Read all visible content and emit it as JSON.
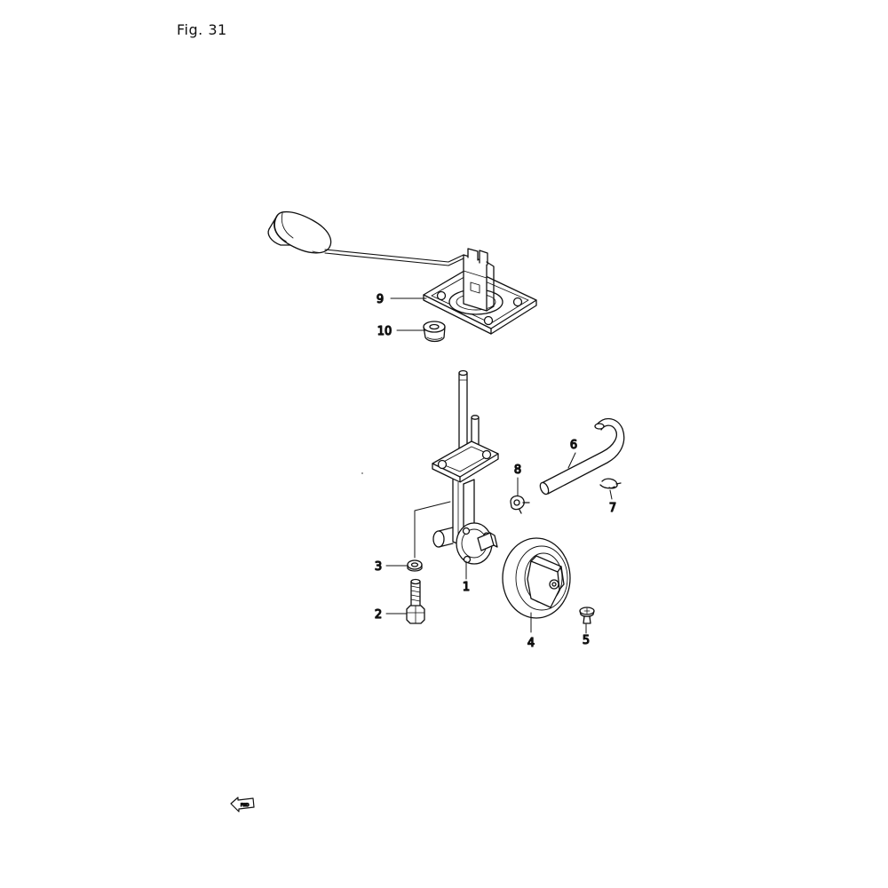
{
  "figure": {
    "title": "Fig. 31"
  },
  "callouts": [
    {
      "id": "1",
      "label": "1"
    },
    {
      "id": "2",
      "label": "2"
    },
    {
      "id": "3",
      "label": "3"
    },
    {
      "id": "4",
      "label": "4"
    },
    {
      "id": "5",
      "label": "5"
    },
    {
      "id": "6",
      "label": "6"
    },
    {
      "id": "7",
      "label": "7"
    },
    {
      "id": "8",
      "label": "8"
    },
    {
      "id": "9",
      "label": "9"
    },
    {
      "id": "10",
      "label": "10"
    }
  ],
  "direction_stamp": {
    "text": "FWD",
    "icon": "arrow-left-icon"
  },
  "colors": {
    "line": "#111111",
    "fill": "#ffffff",
    "shade": "#e6e6e6"
  }
}
